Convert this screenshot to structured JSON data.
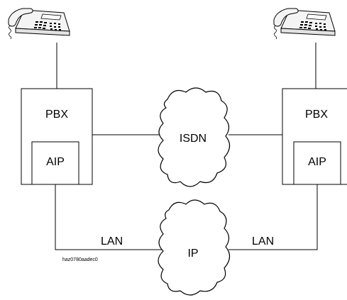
{
  "left_node": {
    "pbx_label": "PBX",
    "aip_label": "AIP",
    "phone_icon": "desk-phone-icon"
  },
  "right_node": {
    "pbx_label": "PBX",
    "aip_label": "AIP",
    "phone_icon": "desk-phone-icon"
  },
  "clouds": {
    "isdn_label": "ISDN",
    "ip_label": "IP"
  },
  "links": {
    "lan_left_label": "LAN",
    "lan_right_label": "LAN"
  },
  "figure_id": "haz0780aadec0",
  "colors": {
    "line": "#000000",
    "background": "#ffffff",
    "phone_fill": "#f4f4f4"
  }
}
